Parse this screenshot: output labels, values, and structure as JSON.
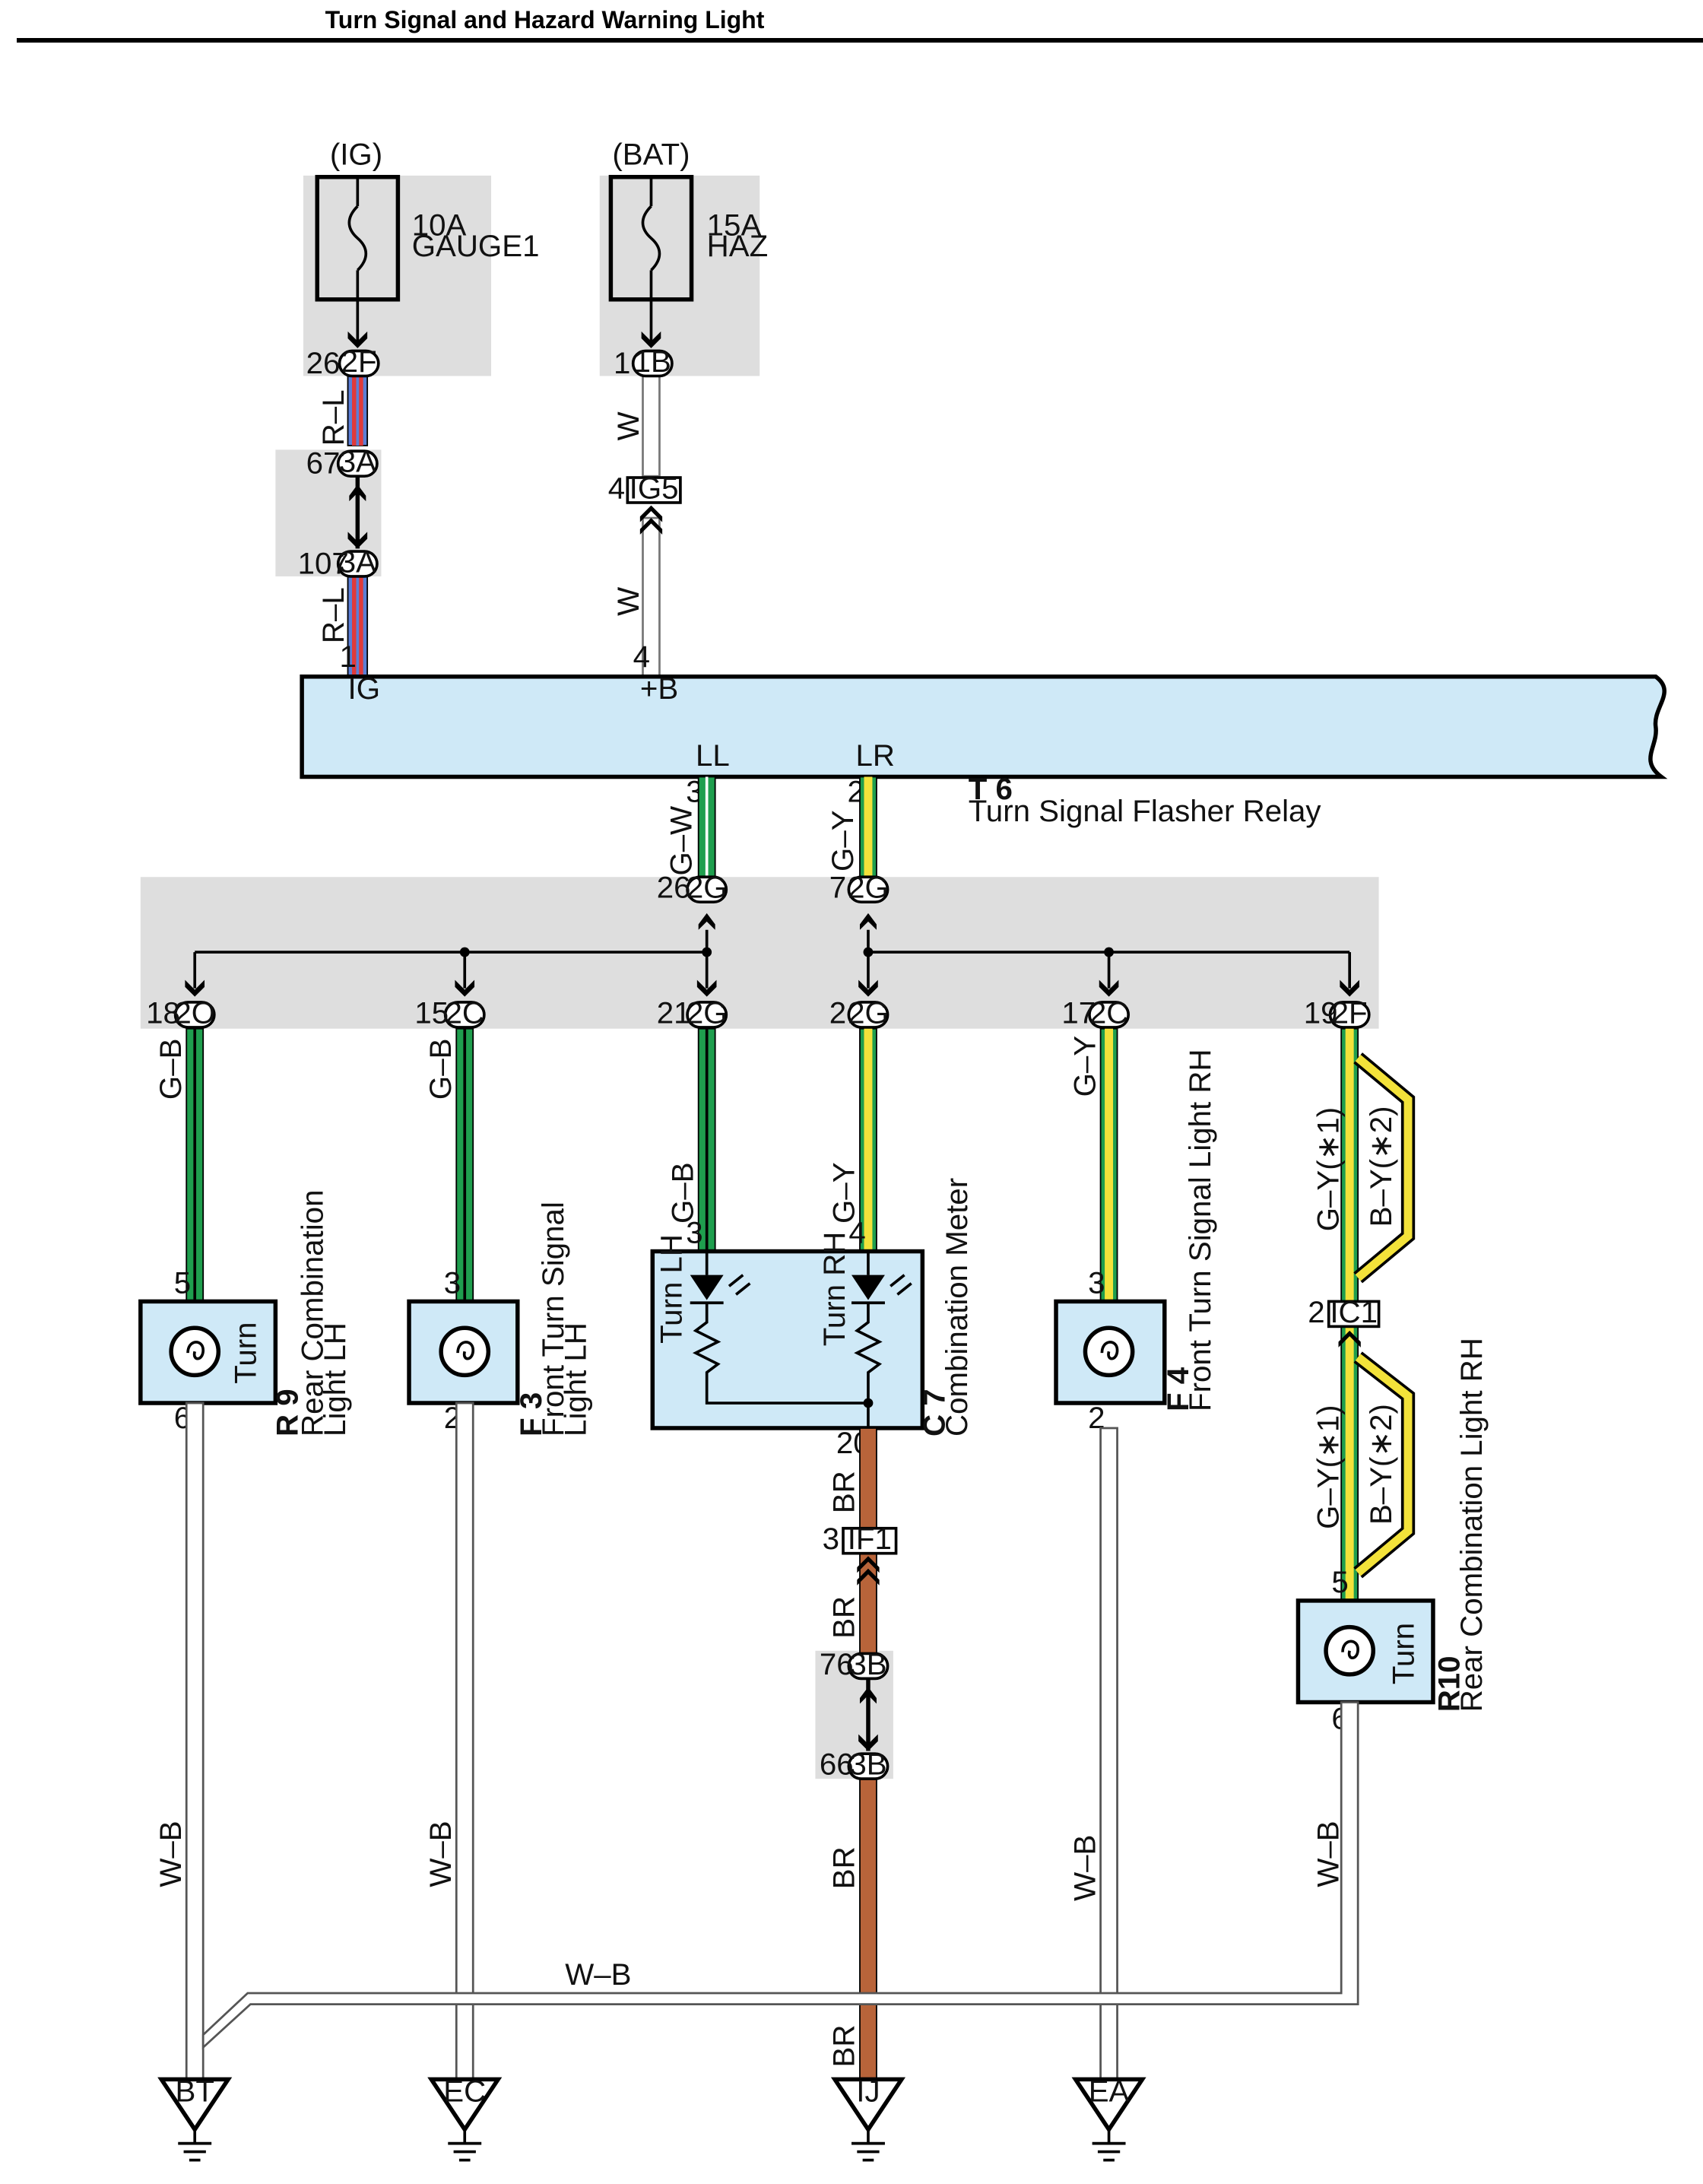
{
  "title": "Turn Signal and Hazard Warning Light",
  "colors": {
    "component_fill": "#cfe9f7",
    "shade": "#dedede",
    "green": "#1f9e4e",
    "yellow": "#f3e23a",
    "red": "#e03a3a",
    "blue": "#5b7fd6",
    "brown": "#b8643a",
    "white_wire": "#ffffff",
    "black": "#000000"
  },
  "fuses": {
    "ig": {
      "source": "(IG)",
      "rating": "10A",
      "name": "GAUGE1"
    },
    "bat": {
      "source": "(BAT)",
      "rating": "15A",
      "name": "HAZ"
    }
  },
  "connectors": {
    "c_2f_top": {
      "pin": "26",
      "label": "2F"
    },
    "c_1b": {
      "pin": "1",
      "label": "1B"
    },
    "c_3a_top": {
      "pin": "67",
      "label": "3A"
    },
    "c_3a_bot": {
      "pin": "107",
      "label": "3A"
    },
    "c_ig5": {
      "pin": "4",
      "label": "IG5"
    },
    "c_2g_ll": {
      "pin": "26",
      "label": "2G"
    },
    "c_2g_lr": {
      "pin": "7",
      "label": "2G"
    },
    "c_2o": {
      "pin": "18",
      "label": "2O"
    },
    "c_2c_l": {
      "pin": "15",
      "label": "2C"
    },
    "c_2g_21": {
      "pin": "21",
      "label": "2G"
    },
    "c_2g_2": {
      "pin": "2",
      "label": "2G"
    },
    "c_2c_r": {
      "pin": "17",
      "label": "2C"
    },
    "c_2f_r": {
      "pin": "19",
      "label": "2F"
    },
    "c_ic1": {
      "pin": "2",
      "label": "IC1"
    },
    "c_if1": {
      "pin": "3",
      "label": "IF1"
    },
    "c_3b_top": {
      "pin": "76",
      "label": "3B"
    },
    "c_3b_bot": {
      "pin": "66",
      "label": "3B"
    }
  },
  "relay": {
    "code": "T 6",
    "name": "Turn Signal Flasher Relay",
    "terminals": {
      "ig": "IG",
      "b": "+B",
      "ll": "LL",
      "lr": "LR"
    },
    "pins": {
      "ig": "1",
      "b": "4",
      "ll": "3",
      "lr": "2"
    }
  },
  "wires": {
    "rl": "R–L",
    "w": "W",
    "gw": "G–W",
    "gy": "G–Y",
    "gb": "G–B",
    "wb": "W–B",
    "br": "BR",
    "gy1": "G–Y(∗1)",
    "by2": "B–Y(∗2)"
  },
  "components": {
    "r9": {
      "code": "R 9",
      "line1": "Rear Combination",
      "line2": "Light LH",
      "lamp": "Turn",
      "pin_in": "5",
      "pin_out": "6"
    },
    "f3": {
      "code": "F 3",
      "line1": "Front Turn Signal",
      "line2": "Light LH",
      "pin_in": "3",
      "pin_out": "2"
    },
    "c7": {
      "code": "C 7",
      "line1": "Combination Meter",
      "turn_lh": "Turn LH",
      "turn_rh": "Turn RH",
      "pin_lh": "3",
      "pin_rh": "4",
      "pin_out": "20"
    },
    "f4": {
      "code": "F 4",
      "line1": "Front Turn Signal Light RH",
      "pin_in": "3",
      "pin_out": "2"
    },
    "r10": {
      "code": "R10",
      "line1": "Rear Combination Light RH",
      "lamp": "Turn",
      "pin_in": "5",
      "pin_out": "6"
    }
  },
  "grounds": [
    "BT",
    "EC",
    "IJ",
    "EA"
  ]
}
